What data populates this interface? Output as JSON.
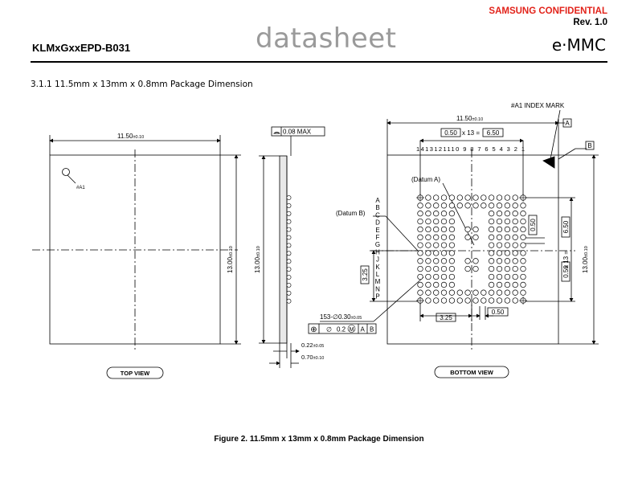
{
  "header": {
    "part_number": "KLMxGxxEPD-B031",
    "doc_type": "datasheet",
    "confidential": "SAMSUNG CONFIDENTIAL",
    "revision": "Rev. 1.0",
    "product": "e·MMC"
  },
  "section": {
    "title": "3.1.1  11.5mm x 13mm x 0.8mm Package Dimension"
  },
  "figure": {
    "caption": "Figure 2. 11.5mm x 13mm x 0.8mm Package Dimension",
    "top_view": {
      "label": "TOP VIEW",
      "width_dim": "11.50",
      "width_tol": "±0.10",
      "height_dim": "13.00",
      "height_tol": "±0.10",
      "index_mark": "#A1"
    },
    "side_view": {
      "max_label": "0.08 MAX",
      "height_dim": "13.00",
      "height_tol": "±0.10",
      "standoff_dim": "0.22",
      "standoff_tol": "±0.05",
      "thickness_dim": "0.70",
      "thickness_tol": "±0.10",
      "ball_callout": "153-∅0.30",
      "ball_tol": "±0.05",
      "fcf_sym": "⊕",
      "fcf_dia": "∅",
      "fcf_value": "0.2",
      "fcf_mod": "M",
      "fcf_datums": "A B"
    },
    "bottom_view": {
      "label": "BOTTOM VIEW",
      "width_dim": "11.50",
      "width_tol": "±0.10",
      "height_dim": "13.00",
      "height_tol": "±0.10",
      "index_mark": "#A1 INDEX MARK",
      "datum_a_box": "A",
      "datum_b_box": "B",
      "datum_a": "(Datum A)",
      "datum_b": "(Datum B)",
      "pitch_a": "0.50",
      "pitch_mid": "x 13 =",
      "pitch_b": "6.50",
      "side_pitch": "0.50",
      "side_pitch_a": "0.50",
      "side_pitch_mid": "x 13 =",
      "side_pitch_b": "6.50",
      "offset_v": "3.25",
      "offset_h": "3.25",
      "pitch_small": "0.50",
      "column_numbers": "1413121110 9  8  7  6  5  4  3  2  1",
      "row_letters": [
        "A",
        "B",
        "C",
        "D",
        "E",
        "F",
        "G",
        "H",
        "J",
        "K",
        "L",
        "M",
        "N",
        "P"
      ]
    }
  }
}
